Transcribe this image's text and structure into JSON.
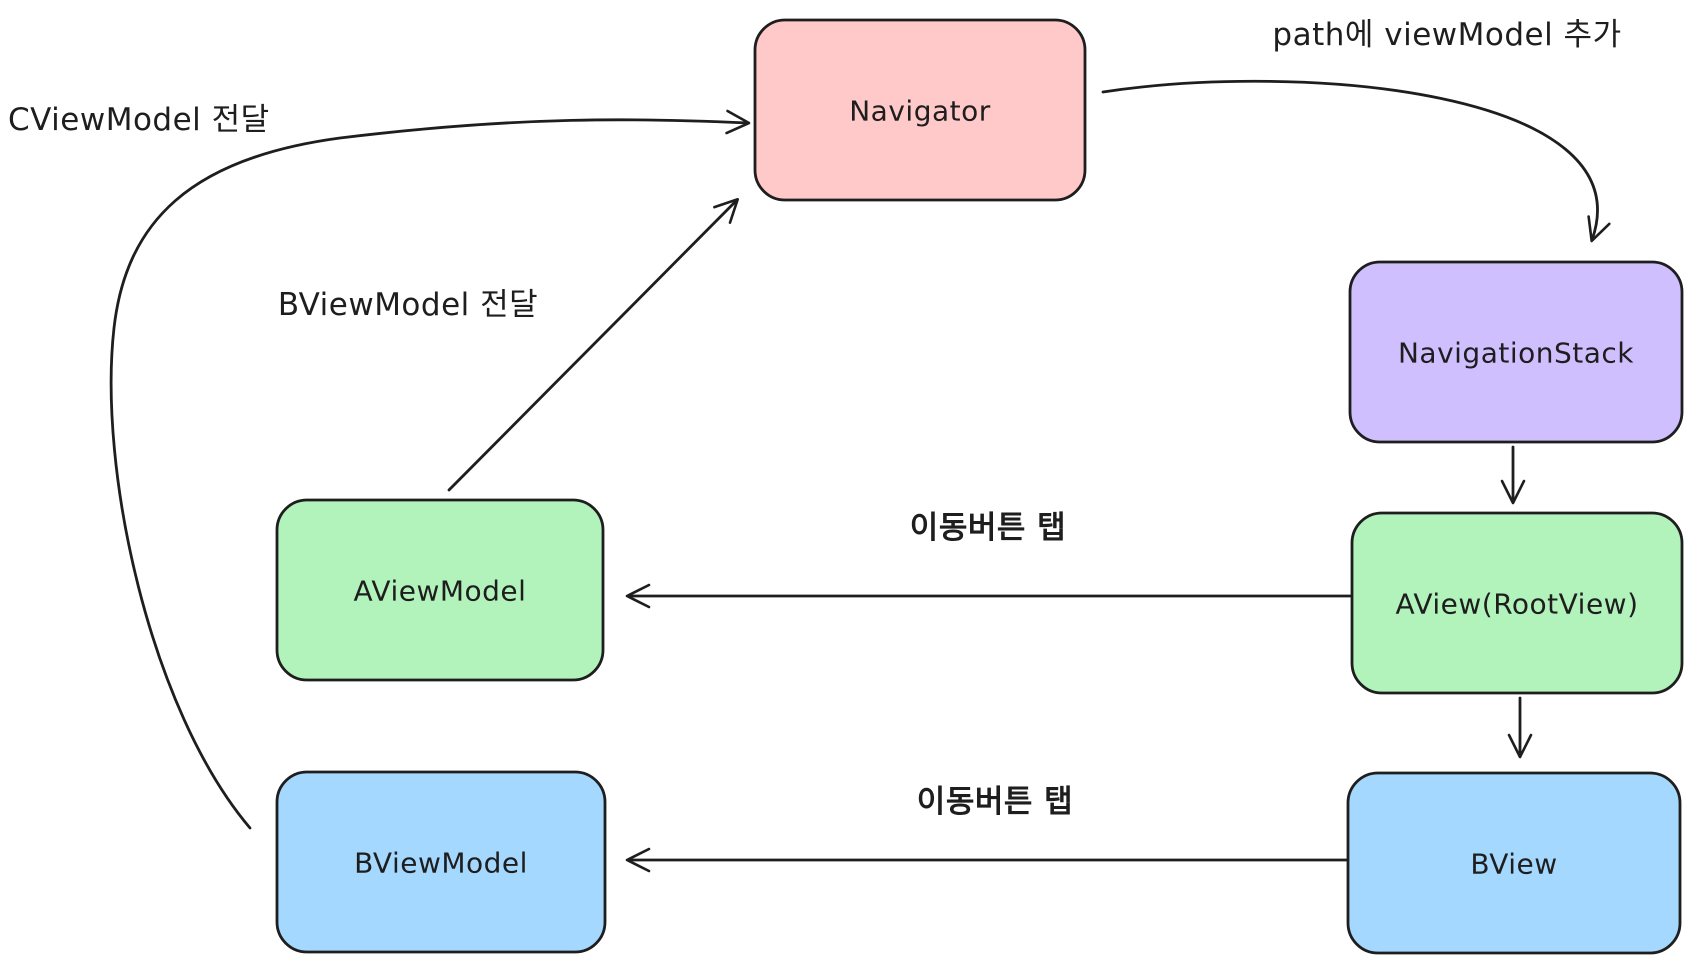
{
  "diagram": {
    "background": "#ffffff",
    "stroke_color": "#1e1e1e",
    "nodes": {
      "navigator": {
        "label": "Navigator",
        "fill": "#ffc9c9"
      },
      "navigation_stack": {
        "label": "NavigationStack",
        "fill": "#d0bfff"
      },
      "aview": {
        "label": "AView(RootView)",
        "fill": "#b2f2bb"
      },
      "bview": {
        "label": "BView",
        "fill": "#a5d8ff"
      },
      "aviewmodel": {
        "label": "AViewModel",
        "fill": "#b2f2bb"
      },
      "bviewmodel": {
        "label": "BViewModel",
        "fill": "#a5d8ff"
      }
    },
    "edges": [
      {
        "from": "Navigator",
        "to": "NavigationStack",
        "label": "path에 viewModel 추가"
      },
      {
        "from": "NavigationStack",
        "to": "AView(RootView)",
        "label": ""
      },
      {
        "from": "AView(RootView)",
        "to": "AViewModel",
        "label": "이동버튼 탭"
      },
      {
        "from": "AView(RootView)",
        "to": "BView",
        "label": ""
      },
      {
        "from": "BView",
        "to": "BViewModel",
        "label": "이동버튼 탭"
      },
      {
        "from": "AViewModel",
        "to": "Navigator",
        "label": "BViewModel 전달"
      },
      {
        "from": "BViewModel",
        "to": "Navigator",
        "label": "CViewModel 전달"
      }
    ]
  }
}
